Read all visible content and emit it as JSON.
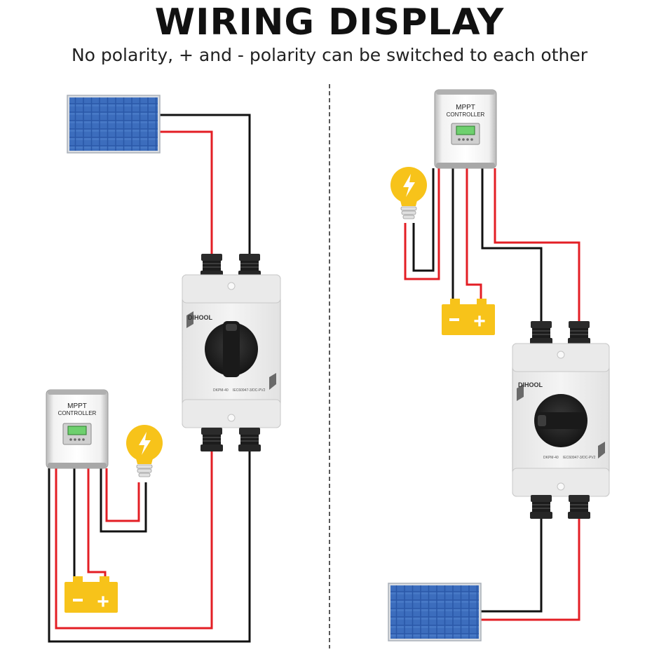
{
  "header": {
    "title": "WIRING DISPLAY",
    "subtitle": "No polarity, + and - polarity can be switched to each other"
  },
  "controller": {
    "line1": "MPPT",
    "line2": "CONTROLLER"
  },
  "switch_box": {
    "brand": "DIHOOL",
    "model": "DKPM-40",
    "standard": "IEC60947-3/DC-PV2"
  },
  "battery": {
    "minus": "-",
    "plus": "+"
  },
  "colors": {
    "positive_wire": "#e31e24",
    "negative_wire": "#111111",
    "battery": "#f7c31a",
    "bulb": "#f7c31a",
    "panel": "#2d5aa8"
  }
}
